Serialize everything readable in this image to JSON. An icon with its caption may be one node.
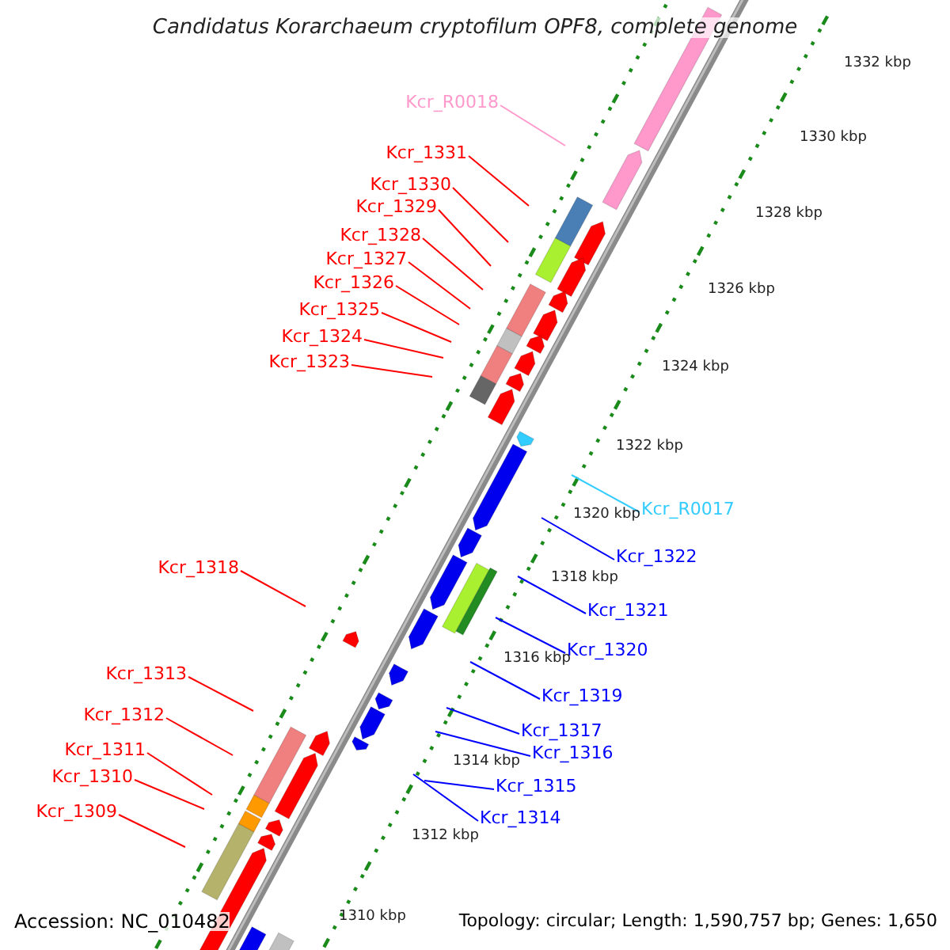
{
  "diagram": {
    "title": "Candidatus Korarchaeum cryptofilum OPF8, complete genome",
    "nodes": [
      {
        "text": [
          "Kcr_R0018"
        ]
      },
      {
        "text": [
          "Kcr_1331"
        ]
      },
      {
        "text": [
          "Kcr_1330"
        ]
      },
      {
        "text": [
          "Kcr_1329"
        ]
      },
      {
        "text": [
          "Kcr_1328"
        ]
      },
      {
        "text": [
          "Kcr_1327"
        ]
      },
      {
        "text": [
          "Kcr_1326"
        ]
      },
      {
        "text": [
          "Kcr_1325"
        ]
      },
      {
        "text": [
          "Kcr_1324"
        ]
      },
      {
        "text": [
          "Kcr_1323"
        ]
      },
      {
        "text": [
          "Kcr_R0017"
        ]
      },
      {
        "text": [
          "Kcr_1322"
        ]
      },
      {
        "text": [
          "Kcr_1318"
        ]
      },
      {
        "text": [
          "Kcr_1321"
        ]
      },
      {
        "text": [
          "Kcr_1320"
        ]
      },
      {
        "text": [
          "Kcr_1313"
        ]
      },
      {
        "text": [
          "Kcr_1319"
        ]
      },
      {
        "text": [
          "Kcr_1312"
        ]
      },
      {
        "text": [
          "Kcr_1317"
        ]
      },
      {
        "text": [
          "Kcr_1311"
        ]
      },
      {
        "text": [
          "Kcr_1316"
        ]
      },
      {
        "text": [
          "Kcr_1310"
        ]
      },
      {
        "text": [
          "Kcr_1315"
        ]
      },
      {
        "text": [
          "Kcr_1309"
        ]
      },
      {
        "text": [
          "Kcr_1314"
        ]
      }
    ],
    "edges": [
      {
        "from": 0,
        "to": null,
        "arrow": "none",
        "color": "#ff99cc"
      },
      {
        "from": 1,
        "to": null,
        "arrow": "none"
      },
      {
        "from": 2,
        "to": null,
        "arrow": "none"
      },
      {
        "from": 3,
        "to": null,
        "arrow": "none"
      },
      {
        "from": 4,
        "to": null,
        "arrow": "none"
      },
      {
        "from": 5,
        "to": null,
        "arrow": "none"
      },
      {
        "from": 6,
        "to": null,
        "arrow": "none"
      },
      {
        "from": 7,
        "to": null,
        "arrow": "none"
      },
      {
        "from": 8,
        "to": null,
        "arrow": "none"
      },
      {
        "from": 9,
        "to": null,
        "arrow": "none"
      },
      {
        "from": 10,
        "to": null,
        "arrow": "none",
        "color": "#33ccff"
      },
      {
        "from": 11,
        "to": null,
        "arrow": "none",
        "color": "#0000ff"
      },
      {
        "from": 12,
        "to": null,
        "arrow": "none"
      },
      {
        "from": 13,
        "to": null,
        "arrow": "none",
        "color": "#0000ff"
      },
      {
        "from": 14,
        "to": null,
        "arrow": "none",
        "color": "#0000ff"
      },
      {
        "from": 15,
        "to": null,
        "arrow": "none"
      },
      {
        "from": 16,
        "to": null,
        "arrow": "none",
        "color": "#0000ff"
      },
      {
        "from": 17,
        "to": null,
        "arrow": "none"
      },
      {
        "from": 18,
        "to": null,
        "arrow": "none",
        "color": "#0000ff"
      },
      {
        "from": 19,
        "to": null,
        "arrow": "none"
      },
      {
        "from": 20,
        "to": null,
        "arrow": "none",
        "color": "#0000ff"
      },
      {
        "from": 21,
        "to": null,
        "arrow": "none"
      },
      {
        "from": 22,
        "to": null,
        "arrow": "none",
        "color": "#0000ff"
      },
      {
        "from": 23,
        "to": null,
        "arrow": "none"
      },
      {
        "from": 24,
        "to": null,
        "arrow": "none",
        "color": "#0000ff"
      }
    ],
    "labels": [
      "1332 kbp",
      "1330 kbp",
      "1328 kbp",
      "1326 kbp",
      "1324 kbp",
      "1322 kbp",
      "1320 kbp",
      "1318 kbp",
      "1316 kbp",
      "1314 kbp",
      "1312 kbp",
      "1310 kbp",
      "Accession: NC_010482",
      "Topology: circular; Length: 1,590,757 bp; Genes: 1,650"
    ]
  }
}
